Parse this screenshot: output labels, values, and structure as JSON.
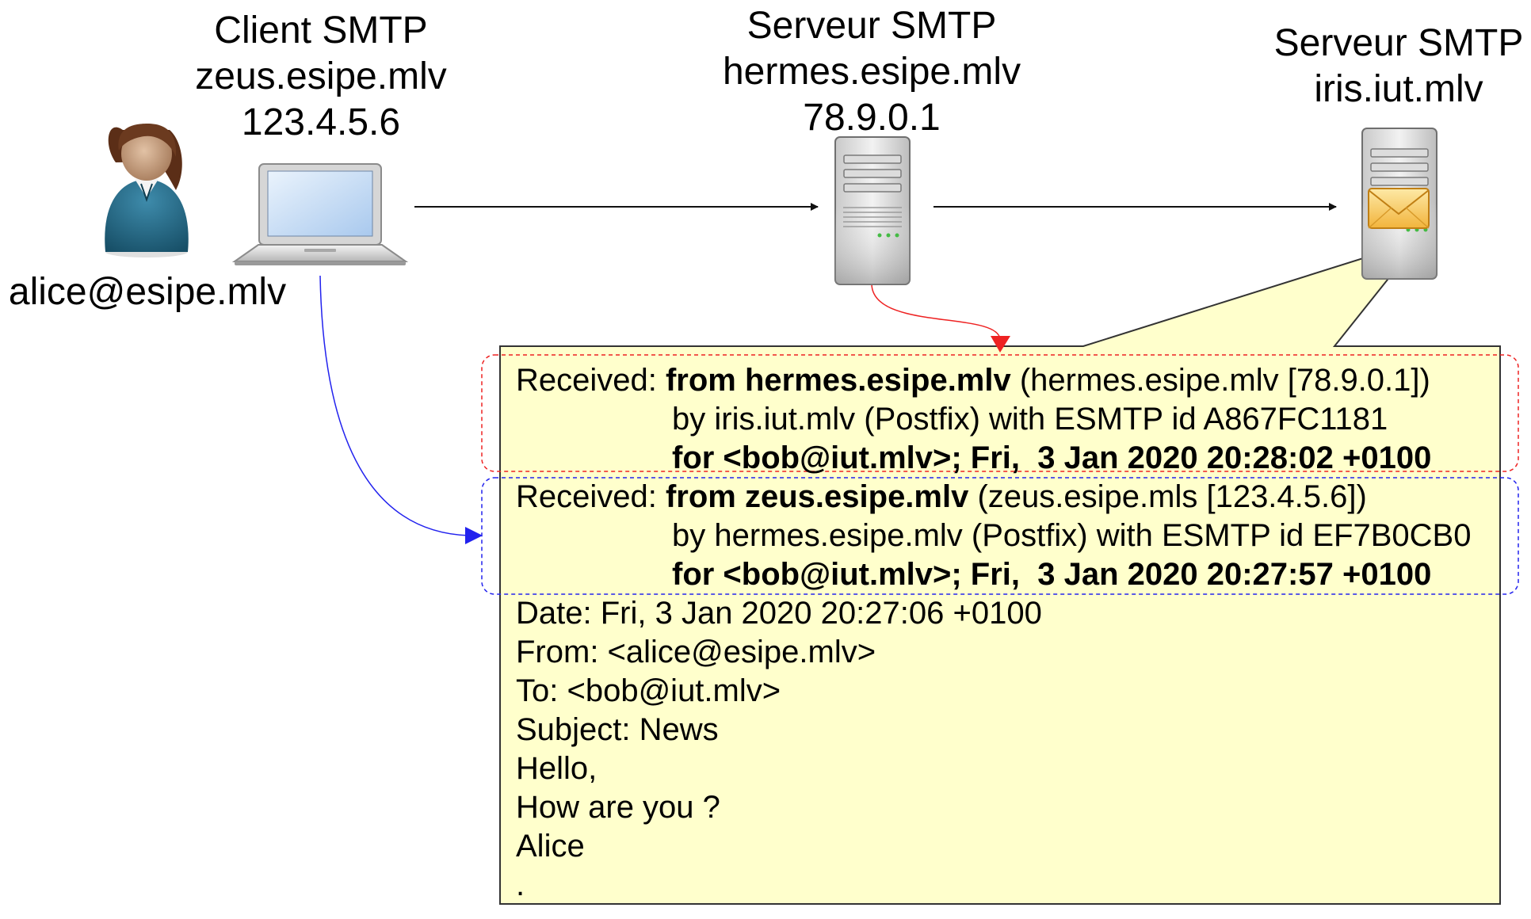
{
  "colors": {
    "note_fill": "#ffffcc",
    "note_stroke": "#333333",
    "hermes_link": "#ee2222",
    "zeus_link": "#2222ee",
    "arrow": "#111111"
  },
  "icons": {
    "user": "user-icon",
    "laptop": "laptop-icon",
    "hermes_server": "server-icon",
    "iris_server": "mail-server-icon"
  },
  "user": {
    "email": "alice@esipe.mlv"
  },
  "client": {
    "title": "Client SMTP",
    "host": "zeus.esipe.mlv",
    "ip": "123.4.5.6"
  },
  "hermes": {
    "title": "Serveur SMTP",
    "host": "hermes.esipe.mlv",
    "ip": "78.9.0.1"
  },
  "iris": {
    "title": "Serveur SMTP",
    "host": "iris.iut.mlv"
  },
  "email": {
    "received_hermes": {
      "label": "Received: ",
      "from": "from hermes.esipe.mlv",
      "from_detail": " (hermes.esipe.mlv [78.9.0.1])",
      "by": "by iris.iut.mlv (Postfix) with ESMTP id A867FC1181",
      "for": "for <bob@iut.mlv>; Fri,  3 Jan 2020 20:28:02 +0100"
    },
    "received_zeus": {
      "label": "Received: ",
      "from": "from zeus.esipe.mlv",
      "from_detail": " (zeus.esipe.mls [123.4.5.6])",
      "by": "by hermes.esipe.mlv (Postfix) with ESMTP id EF7B0CB0",
      "for": "for <bob@iut.mlv>; Fri,  3 Jan 2020 20:27:57 +0100"
    },
    "date": "Date: Fri, 3 Jan 2020 20:27:06 +0100",
    "from": "From: <alice@esipe.mlv>",
    "to": "To: <bob@iut.mlv>",
    "subject": "Subject: News",
    "body": [
      "Hello,",
      "How are you ?",
      "Alice",
      "."
    ]
  }
}
